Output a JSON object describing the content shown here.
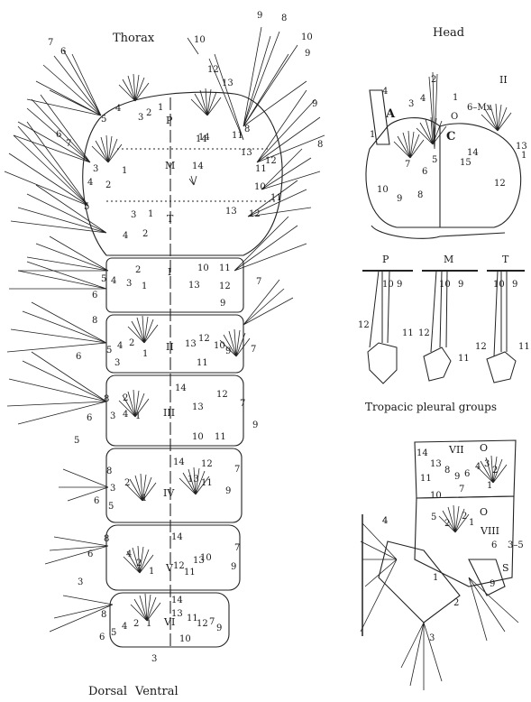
{
  "labels": {
    "thorax": "Thorax",
    "head": "Head",
    "dorsal": "Dorsal",
    "ventral": "Ventral",
    "pleural_caption": "Tropacic pleural groups"
  },
  "thorax_segments": [
    "P",
    "M",
    "T"
  ],
  "abdominal_segments": [
    "I",
    "II",
    "III",
    "IV",
    "V",
    "VI"
  ],
  "head_letters": {
    "a": "A",
    "c": "C",
    "o": "O",
    "mx": "6–Mx",
    "ii": "II"
  },
  "pleural_groups": [
    "P",
    "M",
    "T"
  ],
  "terminal_labels": {
    "vii": "VII",
    "viii": "VIII",
    "s": "S",
    "o": "O",
    "range": "3–5"
  },
  "seta_numbers": {
    "thorax": [
      "7",
      "6",
      "5",
      "4",
      "3",
      "2",
      "1",
      "1",
      "2",
      "3",
      "4",
      "5",
      "6",
      "7",
      "14",
      "14",
      "1",
      "2",
      "3",
      "4",
      "10",
      "12",
      "13",
      "9",
      "8",
      "10",
      "9",
      "11",
      "8",
      "13",
      "12",
      "11",
      "10",
      "9",
      "8",
      "14",
      "13",
      "12",
      "11"
    ],
    "abdomen": [
      "5",
      "6",
      "4",
      "3",
      "2",
      "1",
      "10",
      "11",
      "13",
      "12",
      "7",
      "9",
      "8",
      "6",
      "5",
      "4",
      "3",
      "2",
      "1",
      "13",
      "12",
      "10",
      "11",
      "9",
      "7",
      "8",
      "6",
      "5",
      "3",
      "4",
      "2",
      "1",
      "14",
      "12",
      "13",
      "7",
      "10",
      "11",
      "9",
      "8",
      "6",
      "5",
      "3",
      "2",
      "1",
      "14",
      "12",
      "13",
      "11",
      "7",
      "9",
      "8",
      "6",
      "4",
      "3",
      "2",
      "1",
      "14",
      "12",
      "13",
      "11",
      "10",
      "7",
      "9",
      "8",
      "6",
      "5",
      "4",
      "2",
      "1",
      "14",
      "13",
      "11",
      "12",
      "7",
      "10",
      "9",
      "3"
    ],
    "head": [
      "4",
      "2",
      "3",
      "4",
      "1",
      "1",
      "7",
      "6",
      "5",
      "15",
      "14",
      "13",
      "1",
      "12",
      "10",
      "9",
      "8"
    ],
    "pleural": [
      "10",
      "9",
      "12",
      "11",
      "10",
      "9",
      "12",
      "11",
      "10",
      "9",
      "12",
      "11"
    ],
    "terminal": [
      "14",
      "13",
      "11",
      "10",
      "8",
      "9",
      "6",
      "4",
      "3",
      "2",
      "1",
      "7",
      "5",
      "4",
      "2",
      "1",
      "2",
      "6",
      "1",
      "2",
      "3",
      "4",
      "9"
    ]
  }
}
